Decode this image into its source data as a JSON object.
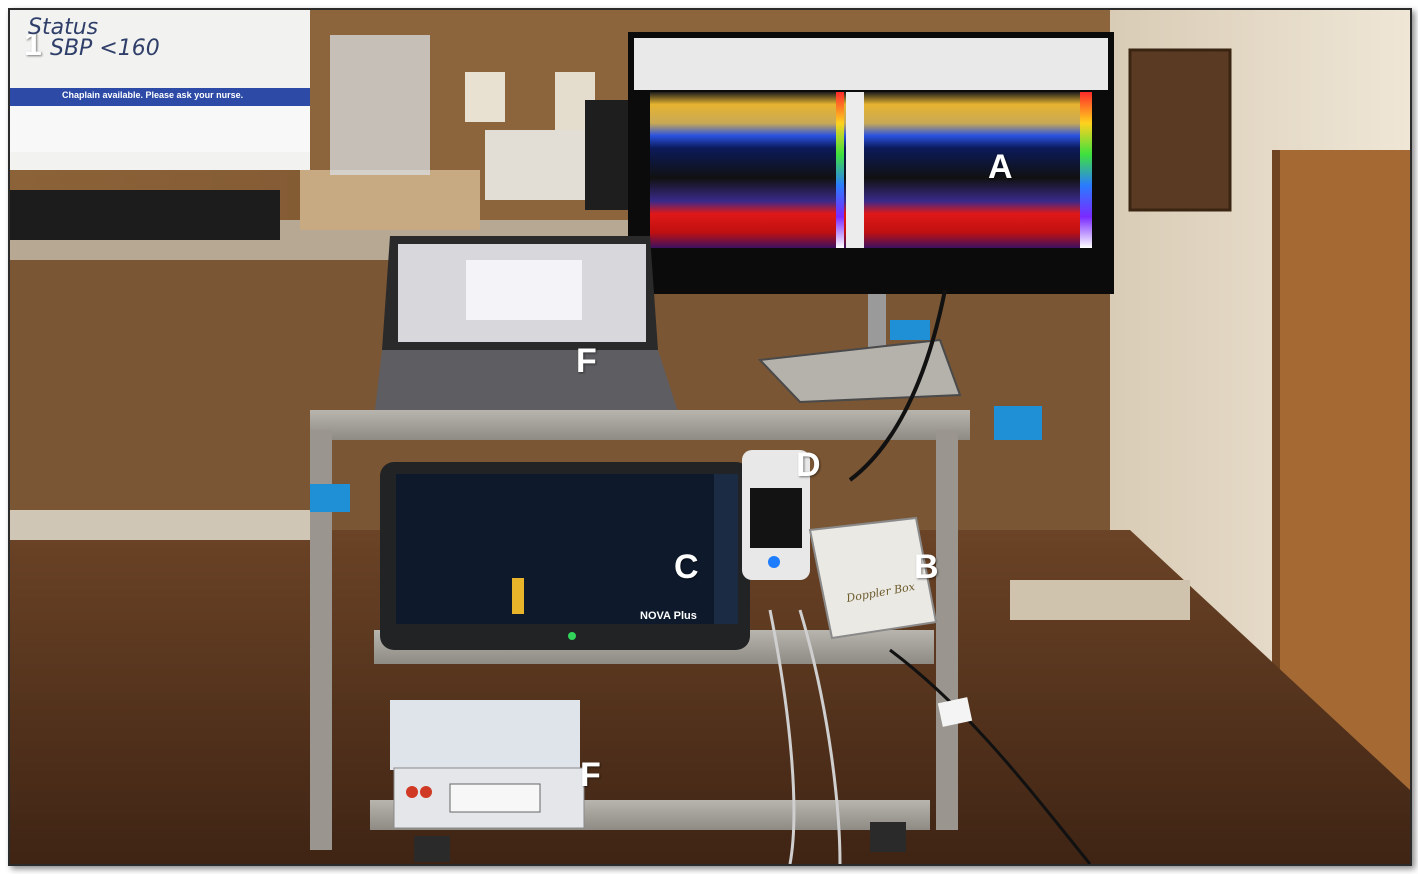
{
  "figure": {
    "panel_number": "1",
    "whiteboard_note_line1": "Status",
    "whiteboard_note_line2": "SBP <160",
    "banner_text": "Chaplain available. Please ask your nurse.",
    "labels": {
      "A": "A",
      "B": "B",
      "C": "C",
      "D": "D",
      "F_laptop": "F",
      "F_device": "F"
    },
    "device_text": {
      "monitor_brand": "NOVA Plus",
      "doppler_box": "Doppler Box"
    }
  }
}
